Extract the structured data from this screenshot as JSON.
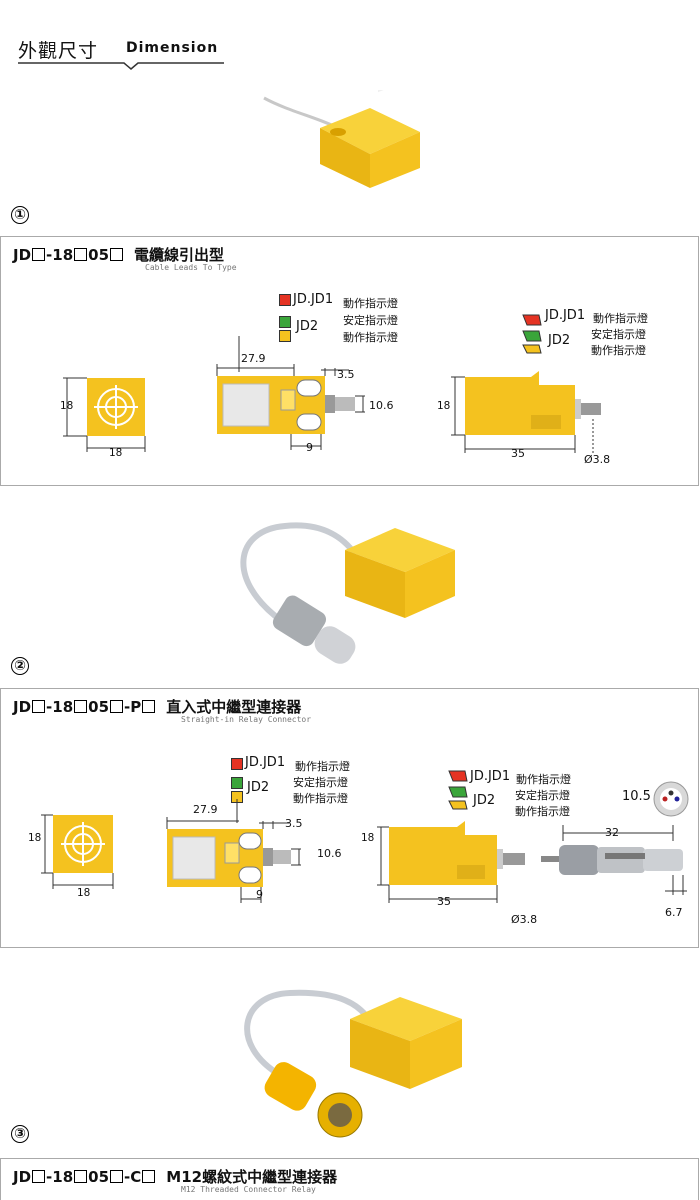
{
  "header": {
    "title_zh": "外觀尺寸",
    "title_en": "Dimension"
  },
  "colors": {
    "yellow": "#f4c21f",
    "yellow_dark": "#d9a710",
    "red": "#e53323",
    "green": "#3aa53a",
    "border": "#aaaaaa"
  },
  "items": [
    {
      "number": "①"
    },
    {
      "number": "②"
    },
    {
      "number": "③"
    }
  ],
  "sections": [
    {
      "model_prefix": "JD",
      "model_mid1": "-18",
      "model_mid2": "05",
      "model_suffix": "",
      "title_zh": "電纜線引出型",
      "subtitle_en": "Cable Leads To Type",
      "indicators": {
        "jd_jd1": "JD.JD1",
        "jd2": "JD2",
        "action1": "動作指示燈",
        "stable": "安定指示燈",
        "action2": "動作指示燈"
      },
      "dims": {
        "front_h": "18",
        "front_w": "18",
        "top_len": "27.9",
        "top_slot": "3.5",
        "top_cable": "10.6",
        "top_bottom": "9",
        "side_h": "18",
        "side_len": "35",
        "side_cable": "Ø3.8"
      }
    },
    {
      "model_prefix": "JD",
      "model_mid1": "-18",
      "model_mid2": "05",
      "model_suffix": "-P",
      "title_zh": "直入式中繼型連接器",
      "subtitle_en": "Straight-in Relay Connector",
      "indicators": {
        "jd_jd1": "JD.JD1",
        "jd2": "JD2",
        "action1": "動作指示燈",
        "stable": "安定指示燈",
        "action2": "動作指示燈"
      },
      "dims": {
        "front_h": "18",
        "front_w": "18",
        "top_len": "27.9",
        "top_slot": "3.5",
        "top_cable": "10.6",
        "top_bottom": "9",
        "side_h": "18",
        "side_len": "35",
        "side_cable": "Ø3.8",
        "conn_dia": "10.5",
        "conn_len": "32",
        "conn_tail": "6.7"
      }
    },
    {
      "model_prefix": "JD",
      "model_mid1": "-18",
      "model_mid2": "05",
      "model_suffix": "-C",
      "title_zh": "M12螺紋式中繼型連接器",
      "subtitle_en": "M12 Threaded Connector Relay"
    }
  ]
}
